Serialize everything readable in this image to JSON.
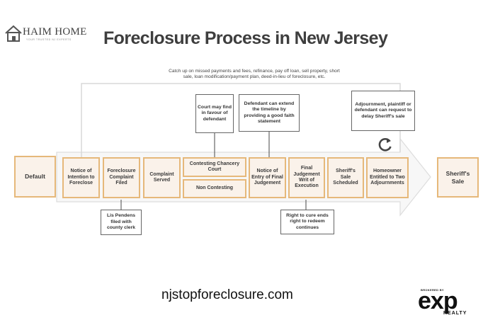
{
  "brand": {
    "logo_text": "HAIM HOME",
    "logo_tagline": "YOUR TRUSTED NJ EXPERTS",
    "footer_url": "njstopforeclosure.com",
    "broker_prefix": "BROKERED BY",
    "broker_name": "exp",
    "broker_sub": "REALTY"
  },
  "diagram": {
    "title": "Foreclosure Process in New Jersey",
    "top_note": "Catch up on missed payments and fees, refinance, pay off loan, sell property, short sale, loan modification/payment plan, deed-in-lieu of foreclosure, etc.",
    "start": "Default",
    "end": "Sheriff's Sale",
    "steps": [
      "Notice of Intention to Foreclose",
      "Foreclosure Complaint Filed",
      "Complaint Served",
      "Contesting Chancery Court",
      "Non Contesting",
      "Notice of Entry of Final Judgement",
      "Final Judgement Writ of Execution",
      "Sheriff's Sale Scheduled",
      "Homeowner Entitled to Two Adjournments"
    ],
    "callouts": {
      "court": "Court may find in favour of defendant",
      "defendant": "Defendant can extend the timeline by providing a good faith statement",
      "adjournment": "Adjournment, plaintiff or defendant can request to delay Sheriff's sale",
      "lis_pendens": "Lis Pendens filed with county clerk",
      "right_to_cure": "Right to cure ends right to redeem continues"
    }
  },
  "colors": {
    "box_border": "#e6b87a",
    "box_fill": "#faf2ea",
    "arrow_fill": "#f7f7f7"
  }
}
